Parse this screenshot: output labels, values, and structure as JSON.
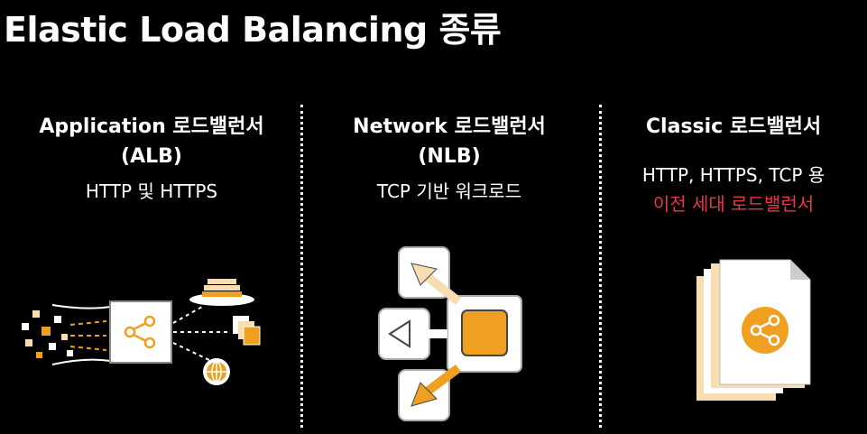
{
  "title": "Elastic Load Balancing 종류",
  "columns": [
    {
      "heading_line1": "Application 로드밸런서",
      "heading_line2": "(ALB)",
      "subtitle": "HTTP 및 HTTPS",
      "icon": "alb-icon"
    },
    {
      "heading_line1": "Network 로드밸런서",
      "heading_line2": "(NLB)",
      "subtitle": "TCP 기반 워크로드",
      "icon": "nlb-icon"
    },
    {
      "heading_line1": "Classic 로드밸런서",
      "subtitle": "HTTP, HTTPS, TCP 용",
      "subtitle_highlight": "이전 세대 로드밸런서",
      "icon": "clb-icon"
    }
  ],
  "colors": {
    "background": "#000000",
    "text": "#ffffff",
    "highlight": "#e8364a",
    "accent": "#f0a020",
    "cream": "#f7ddb0"
  }
}
